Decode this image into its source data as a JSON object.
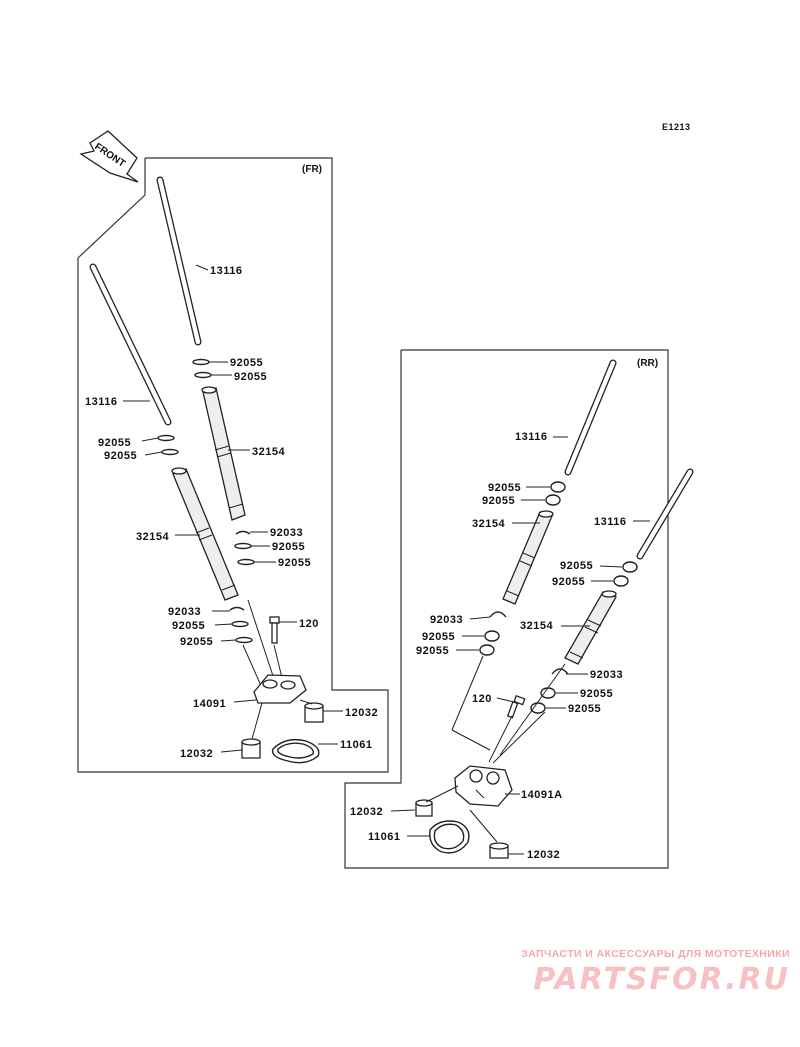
{
  "diagram": {
    "code": "E1213",
    "front_label": "FRONT",
    "sections": {
      "front": "(FR)",
      "rear": "(RR)"
    }
  },
  "labels": {
    "fr_13116_a": "13116",
    "fr_13116_b": "13116",
    "fr_92055_1": "92055",
    "fr_92055_2": "92055",
    "fr_92055_3": "92055",
    "fr_92055_4": "92055",
    "fr_32154_a": "32154",
    "fr_32154_b": "32154",
    "fr_92033_1": "92033",
    "fr_92055_5": "92055",
    "fr_92055_6": "92055",
    "fr_92033_2": "92033",
    "fr_92055_7": "92055",
    "fr_92055_8": "92055",
    "fr_120": "120",
    "fr_14091": "14091",
    "fr_12032_a": "12032",
    "fr_12032_b": "12032",
    "fr_11061": "11061",
    "rr_13116_a": "13116",
    "rr_92055_1": "92055",
    "rr_92055_2": "92055",
    "rr_32154_a": "32154",
    "rr_13116_b": "13116",
    "rr_92055_3": "92055",
    "rr_92055_4": "92055",
    "rr_92033_1": "92033",
    "rr_32154_b": "32154",
    "rr_92055_5": "92055",
    "rr_92055_6": "92055",
    "rr_92033_2": "92033",
    "rr_92055_7": "92055",
    "rr_92055_8": "92055",
    "rr_120": "120",
    "rr_14091A": "14091A",
    "rr_12032_a": "12032",
    "rr_11061": "11061",
    "rr_12032_b": "12032"
  },
  "watermark": {
    "tagline": "ЗАПЧАСТИ И АКСЕССУАРЫ ДЛЯ МОТОТЕХНИКИ",
    "brand": "PARTSFOR.RU"
  },
  "colors": {
    "line": "#222222",
    "watermark": "#f4a8ad"
  }
}
